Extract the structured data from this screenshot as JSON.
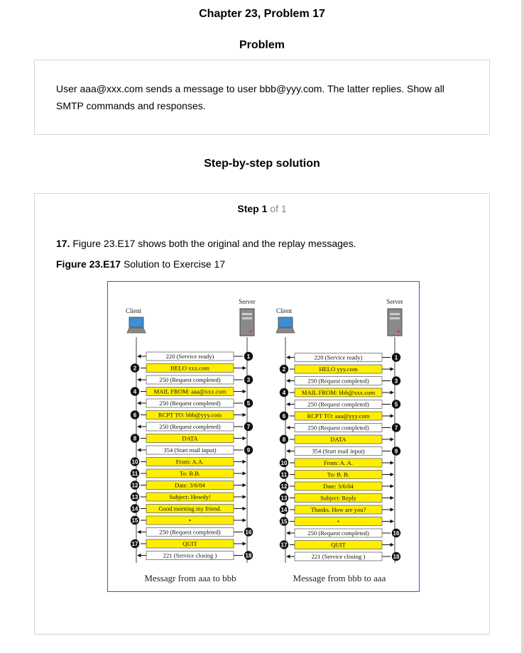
{
  "page_title": "Chapter 23, Problem 17",
  "problem": {
    "heading": "Problem",
    "text": "User aaa@xxx.com sends a message to user bbb@yyy.com. The latter replies. Show all SMTP commands and responses."
  },
  "solution": {
    "heading": "Step-by-step solution",
    "step_label": "Step",
    "step_number": "1",
    "step_of": "of 1",
    "line_number": "17.",
    "line_text": "Figure 23.E17 shows both the original and the replay messages.",
    "figure_label": "Figure 23.E17",
    "figure_caption": "Solution to Exercise 17"
  },
  "figure": {
    "colors": {
      "command_fill": "#ffee00",
      "response_fill": "#ffffff",
      "badge": "#111111",
      "border": "#4b4bd6"
    },
    "left": {
      "client_label": "Client",
      "server_label": "Server",
      "caption": "Messagr from aaa to bbb",
      "rows": [
        {
          "n": "1",
          "text": "220 (Service ready)",
          "dir": "response"
        },
        {
          "n": "2",
          "text": "HELO xxx.com",
          "dir": "command"
        },
        {
          "n": "3",
          "text": "250 (Request completed)",
          "dir": "response"
        },
        {
          "n": "4",
          "text": "MAIL FROM: aaa@xxx.com",
          "dir": "command"
        },
        {
          "n": "5",
          "text": "250 (Request completed)",
          "dir": "response"
        },
        {
          "n": "6",
          "text": "RCPT TO: bbb@yyy.com",
          "dir": "command"
        },
        {
          "n": "7",
          "text": "250 (Request completed)",
          "dir": "response"
        },
        {
          "n": "8",
          "text": "DATA",
          "dir": "command"
        },
        {
          "n": "9",
          "text": "354 (Start mail input)",
          "dir": "response"
        },
        {
          "n": "10",
          "text": "From: A.A.",
          "dir": "command"
        },
        {
          "n": "11",
          "text": "To: B.B.",
          "dir": "command"
        },
        {
          "n": "12",
          "text": "Date:   3/6/04",
          "dir": "command"
        },
        {
          "n": "13",
          "text": "Subject: Howdy!",
          "dir": "command"
        },
        {
          "n": "14",
          "text": "Good morning my friend.",
          "dir": "command"
        },
        {
          "n": "15",
          "text": "•",
          "dir": "command"
        },
        {
          "n": "16",
          "text": "250 (Request completed)",
          "dir": "response"
        },
        {
          "n": "17",
          "text": "QUIT",
          "dir": "command"
        },
        {
          "n": "18",
          "text": "221 (Service closing )",
          "dir": "response"
        }
      ]
    },
    "right": {
      "client_label": "Client",
      "server_label": "Server",
      "caption": "Message from bbb to aaa",
      "rows": [
        {
          "n": "1",
          "text": "220 (Service ready)",
          "dir": "response"
        },
        {
          "n": "2",
          "text": "HELO yyy.com",
          "dir": "command"
        },
        {
          "n": "3",
          "text": "250 (Request completed)",
          "dir": "response"
        },
        {
          "n": "4",
          "text": "MAIL FROM: bbb@xxx.com",
          "dir": "command"
        },
        {
          "n": "5",
          "text": "250 (Request completed)",
          "dir": "response"
        },
        {
          "n": "6",
          "text": "RCPT TO: aaa@yyy.com",
          "dir": "command"
        },
        {
          "n": "7",
          "text": "250 (Request completed)",
          "dir": "response"
        },
        {
          "n": "8",
          "text": "DATA",
          "dir": "command"
        },
        {
          "n": "9",
          "text": "354 (Start mail input)",
          "dir": "response"
        },
        {
          "n": "10",
          "text": "From: A. A.",
          "dir": "command"
        },
        {
          "n": "11",
          "text": "To: B. B.",
          "dir": "command"
        },
        {
          "n": "12",
          "text": "Date:   3/6/04",
          "dir": "command"
        },
        {
          "n": "13",
          "text": "Subject: Reply",
          "dir": "command"
        },
        {
          "n": "14",
          "text": "Thanks. How are you?",
          "dir": "command"
        },
        {
          "n": "15",
          "text": "•",
          "dir": "command"
        },
        {
          "n": "16",
          "text": "250 (Request completed)",
          "dir": "response"
        },
        {
          "n": "17",
          "text": "QUIT",
          "dir": "command"
        },
        {
          "n": "18",
          "text": "221 (Service closing )",
          "dir": "response"
        }
      ]
    }
  }
}
